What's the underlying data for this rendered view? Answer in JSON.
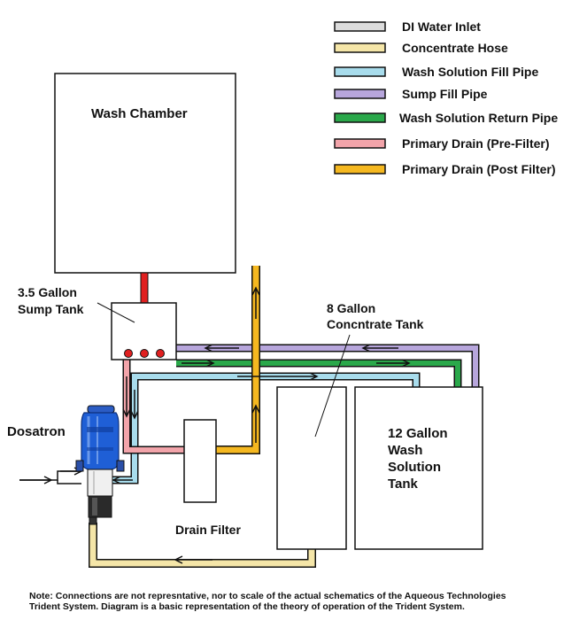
{
  "legend": [
    {
      "label": "DI Water Inlet",
      "color": "#dcdcdc"
    },
    {
      "label": "Concentrate Hose",
      "color": "#f5e6a8"
    },
    {
      "label": "Wash Solution Fill Pipe",
      "color": "#a8dcec"
    },
    {
      "label": "Sump Fill Pipe",
      "color": "#b7a6dc"
    },
    {
      "label": "Wash Solution Return Pipe",
      "color": "#2aa84a"
    },
    {
      "label": "Primary Drain (Pre-Filter)",
      "color": "#f2a4aa"
    },
    {
      "label": "Primary Drain (Post Filter)",
      "color": "#f5b820"
    }
  ],
  "labels": {
    "wash_chamber": "Wash Chamber",
    "sump_line1": "3.5 Gallon",
    "sump_line2": "Sump Tank",
    "conc_line1": "8 Gallon",
    "conc_line2": "Concntrate Tank",
    "wash_tank_line1": "12 Gallon",
    "wash_tank_line2": "Wash",
    "wash_tank_line3": "Solution",
    "wash_tank_line4": "Tank",
    "dosatron": "Dosatron",
    "drain_filter": "Drain Filter"
  },
  "note_line1": "Note:  Connections are not represntative, nor to scale of the actual schematics of the Aqueous Technologies",
  "note_line2": "Trident System.  Diagram is a basic representation of the theory of operation of the Trident System.",
  "colors": {
    "outline": "#111111",
    "chamber_drain": "#e02020",
    "sump_valve": "#e02020",
    "dosatron_blue": "#1f5fd6",
    "dosatron_dark": "#2a2a2a"
  }
}
